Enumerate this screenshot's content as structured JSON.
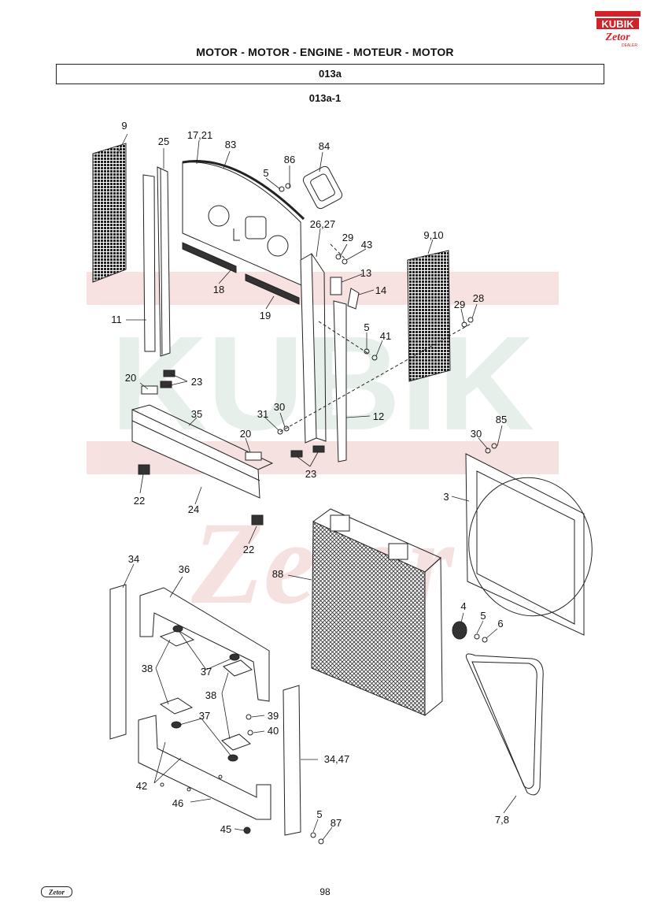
{
  "header": {
    "title": "MOTOR - MOTOR - ENGINE - MOTEUR - MOTOR",
    "group_code": "013a",
    "figure_code": "013a-1"
  },
  "brand": {
    "logo_text": "KUBIK",
    "logo_sub": "Zetor",
    "logo_tag": "DEALER",
    "watermark": "KUBIK Zetor"
  },
  "footer": {
    "page_number": "98",
    "brand": "Zetor"
  },
  "colors": {
    "logo_red": "#d42027",
    "watermark": "#f3d6d6",
    "watermark_green": "#dfece4"
  },
  "parts": [
    {
      "id": "p9",
      "text": "9"
    },
    {
      "id": "p25",
      "text": "25"
    },
    {
      "id": "p1721",
      "text": "17,21"
    },
    {
      "id": "p83",
      "text": "83"
    },
    {
      "id": "p84",
      "text": "84"
    },
    {
      "id": "p86",
      "text": "86"
    },
    {
      "id": "p5a",
      "text": "5"
    },
    {
      "id": "p2627",
      "text": "26,27"
    },
    {
      "id": "p29a",
      "text": "29"
    },
    {
      "id": "p43",
      "text": "43"
    },
    {
      "id": "p910",
      "text": "9,10"
    },
    {
      "id": "p13",
      "text": "13"
    },
    {
      "id": "p14",
      "text": "14"
    },
    {
      "id": "p18",
      "text": "18"
    },
    {
      "id": "p19",
      "text": "19"
    },
    {
      "id": "p11",
      "text": "11"
    },
    {
      "id": "p29b",
      "text": "29"
    },
    {
      "id": "p28",
      "text": "28"
    },
    {
      "id": "p5b",
      "text": "5"
    },
    {
      "id": "p41",
      "text": "41"
    },
    {
      "id": "p20a",
      "text": "20"
    },
    {
      "id": "p23a",
      "text": "23"
    },
    {
      "id": "p35",
      "text": "35"
    },
    {
      "id": "p31",
      "text": "31"
    },
    {
      "id": "p30a",
      "text": "30"
    },
    {
      "id": "p12",
      "text": "12"
    },
    {
      "id": "p20b",
      "text": "20"
    },
    {
      "id": "p85",
      "text": "85"
    },
    {
      "id": "p30b",
      "text": "30"
    },
    {
      "id": "p23b",
      "text": "23"
    },
    {
      "id": "p3",
      "text": "3"
    },
    {
      "id": "p22a",
      "text": "22"
    },
    {
      "id": "p24",
      "text": "24"
    },
    {
      "id": "p22b",
      "text": "22"
    },
    {
      "id": "p34",
      "text": "34"
    },
    {
      "id": "p36",
      "text": "36"
    },
    {
      "id": "p88",
      "text": "88"
    },
    {
      "id": "p4",
      "text": "4"
    },
    {
      "id": "p5c",
      "text": "5"
    },
    {
      "id": "p6",
      "text": "6"
    },
    {
      "id": "p38a",
      "text": "38"
    },
    {
      "id": "p37a",
      "text": "37"
    },
    {
      "id": "p38b",
      "text": "38"
    },
    {
      "id": "p37b",
      "text": "37"
    },
    {
      "id": "p39",
      "text": "39"
    },
    {
      "id": "p40",
      "text": "40"
    },
    {
      "id": "p3447",
      "text": "34,47"
    },
    {
      "id": "p42",
      "text": "42"
    },
    {
      "id": "p46",
      "text": "46"
    },
    {
      "id": "p45",
      "text": "45"
    },
    {
      "id": "p5d",
      "text": "5"
    },
    {
      "id": "p87",
      "text": "87"
    },
    {
      "id": "p78",
      "text": "7,8"
    }
  ]
}
